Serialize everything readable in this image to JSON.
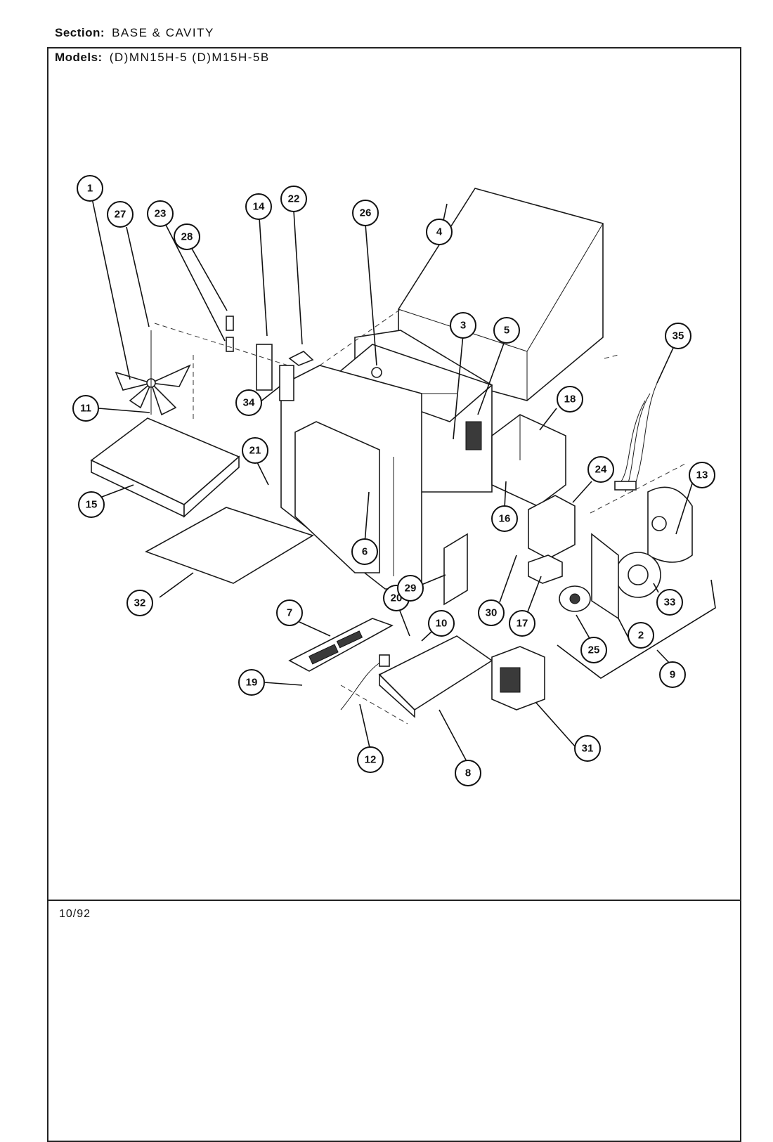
{
  "header": {
    "section_label": "Section:",
    "section_value": "BASE & CAVITY",
    "models_label": "Models:",
    "models_value": "(D)MN15H-5   (D)M15H-5B"
  },
  "footer": {
    "date_code": "10/92"
  },
  "callouts": [
    "1",
    "2",
    "3",
    "4",
    "5",
    "6",
    "7",
    "8",
    "9",
    "10",
    "11",
    "12",
    "13",
    "14",
    "15",
    "16",
    "17",
    "18",
    "19",
    "20",
    "21",
    "22",
    "23",
    "24",
    "25",
    "26",
    "27",
    "28",
    "29",
    "30",
    "31",
    "32",
    "33",
    "34",
    "35"
  ]
}
